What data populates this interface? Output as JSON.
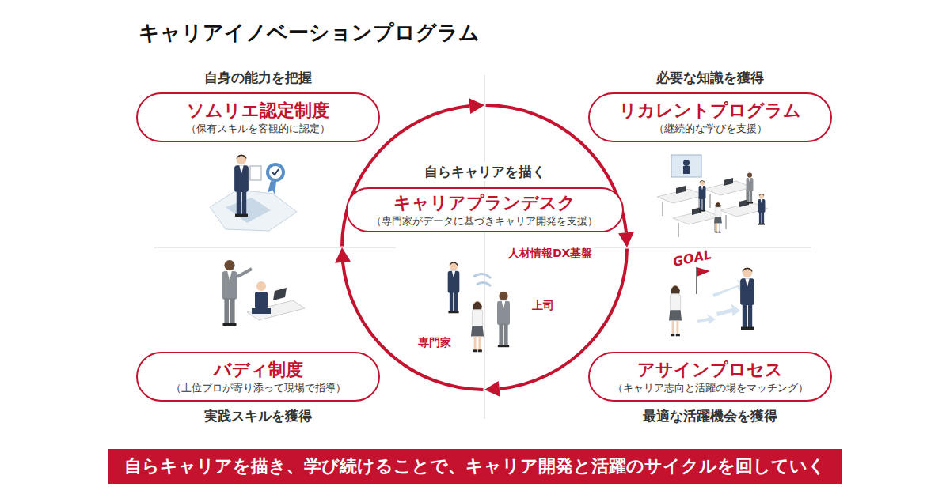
{
  "diagram": {
    "title": "キャリアイノベーションプログラム",
    "nodes": [
      {
        "text": [
          "自身の能力を把握",
          "ソムリエ認定制度",
          "（保有スキルを客観的に認定）"
        ]
      },
      {
        "text": [
          "必要な知識を獲得",
          "リカレントプログラム",
          "（継続的な学びを支援）"
        ]
      },
      {
        "text": [
          "自らキャリアを描く",
          "キャリアプランデスク",
          "（専門家がデータに基づきキャリア開発を支援）"
        ]
      },
      {
        "text": [
          "バディ制度",
          "（上位プロが寄り添って現場で指導）",
          "実践スキルを獲得"
        ]
      },
      {
        "text": [
          "アサインプロセス",
          "（キャリア志向と活躍の場をマッチング）",
          "最適な活躍機会を獲得"
        ]
      },
      {
        "text": [
          "自らキャリアを描き、学び続けることで、キャリア開発と活躍のサイクルを回していく"
        ]
      }
    ],
    "edges": [
      {
        "from": 0,
        "to": 1,
        "arrow": "to"
      },
      {
        "from": 1,
        "to": 4,
        "arrow": "to"
      },
      {
        "from": 4,
        "to": 3,
        "arrow": "to"
      },
      {
        "from": 3,
        "to": 0,
        "arrow": "to"
      }
    ],
    "labels": [
      "人材情報DX基盤",
      "上司",
      "専門家"
    ]
  }
}
